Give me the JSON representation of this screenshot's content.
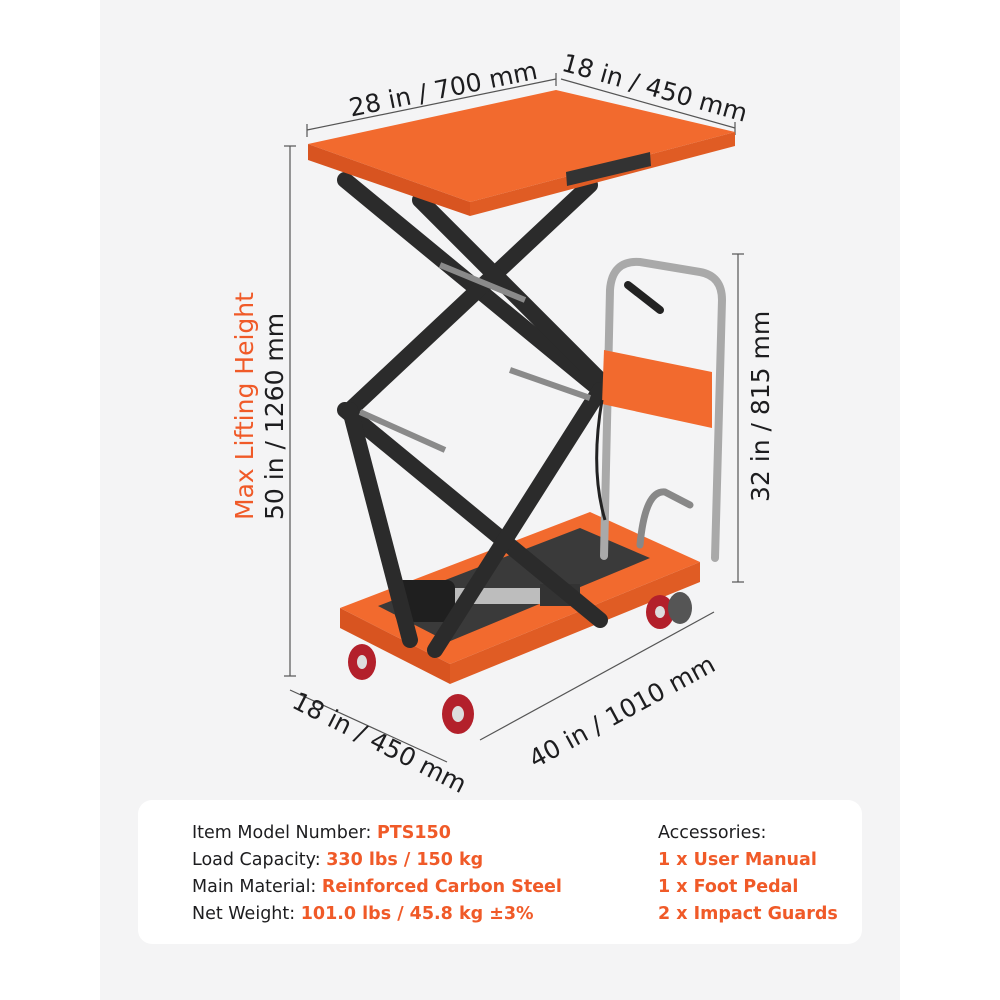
{
  "dimensions": {
    "top_width": "28 in / 700 mm",
    "top_depth": "18 in / 450 mm",
    "height_label": "Max Lifting Height",
    "height_value": "50 in / 1260 mm",
    "handle_height": "32 in / 815 mm",
    "base_depth": "18 in / 450 mm",
    "base_length": "40 in / 1010 mm"
  },
  "specs": [
    {
      "label": "Item Model Number: ",
      "value": "PTS150"
    },
    {
      "label": "Load Capacity: ",
      "value": "330 lbs / 150 kg"
    },
    {
      "label": "Main Material: ",
      "value": "Reinforced Carbon Steel"
    },
    {
      "label": "Net Weight: ",
      "value": "101.0 lbs / 45.8 kg ±3%"
    }
  ],
  "accessories": {
    "title": "Accessories:",
    "items": [
      "1 x User Manual",
      "1 x Foot Pedal",
      "2 x Impact Guards"
    ]
  },
  "colors": {
    "accent": "#f05a28",
    "product_orange": "#f26a2e",
    "frame_black": "#2b2b2b",
    "text": "#1d1d1f"
  }
}
